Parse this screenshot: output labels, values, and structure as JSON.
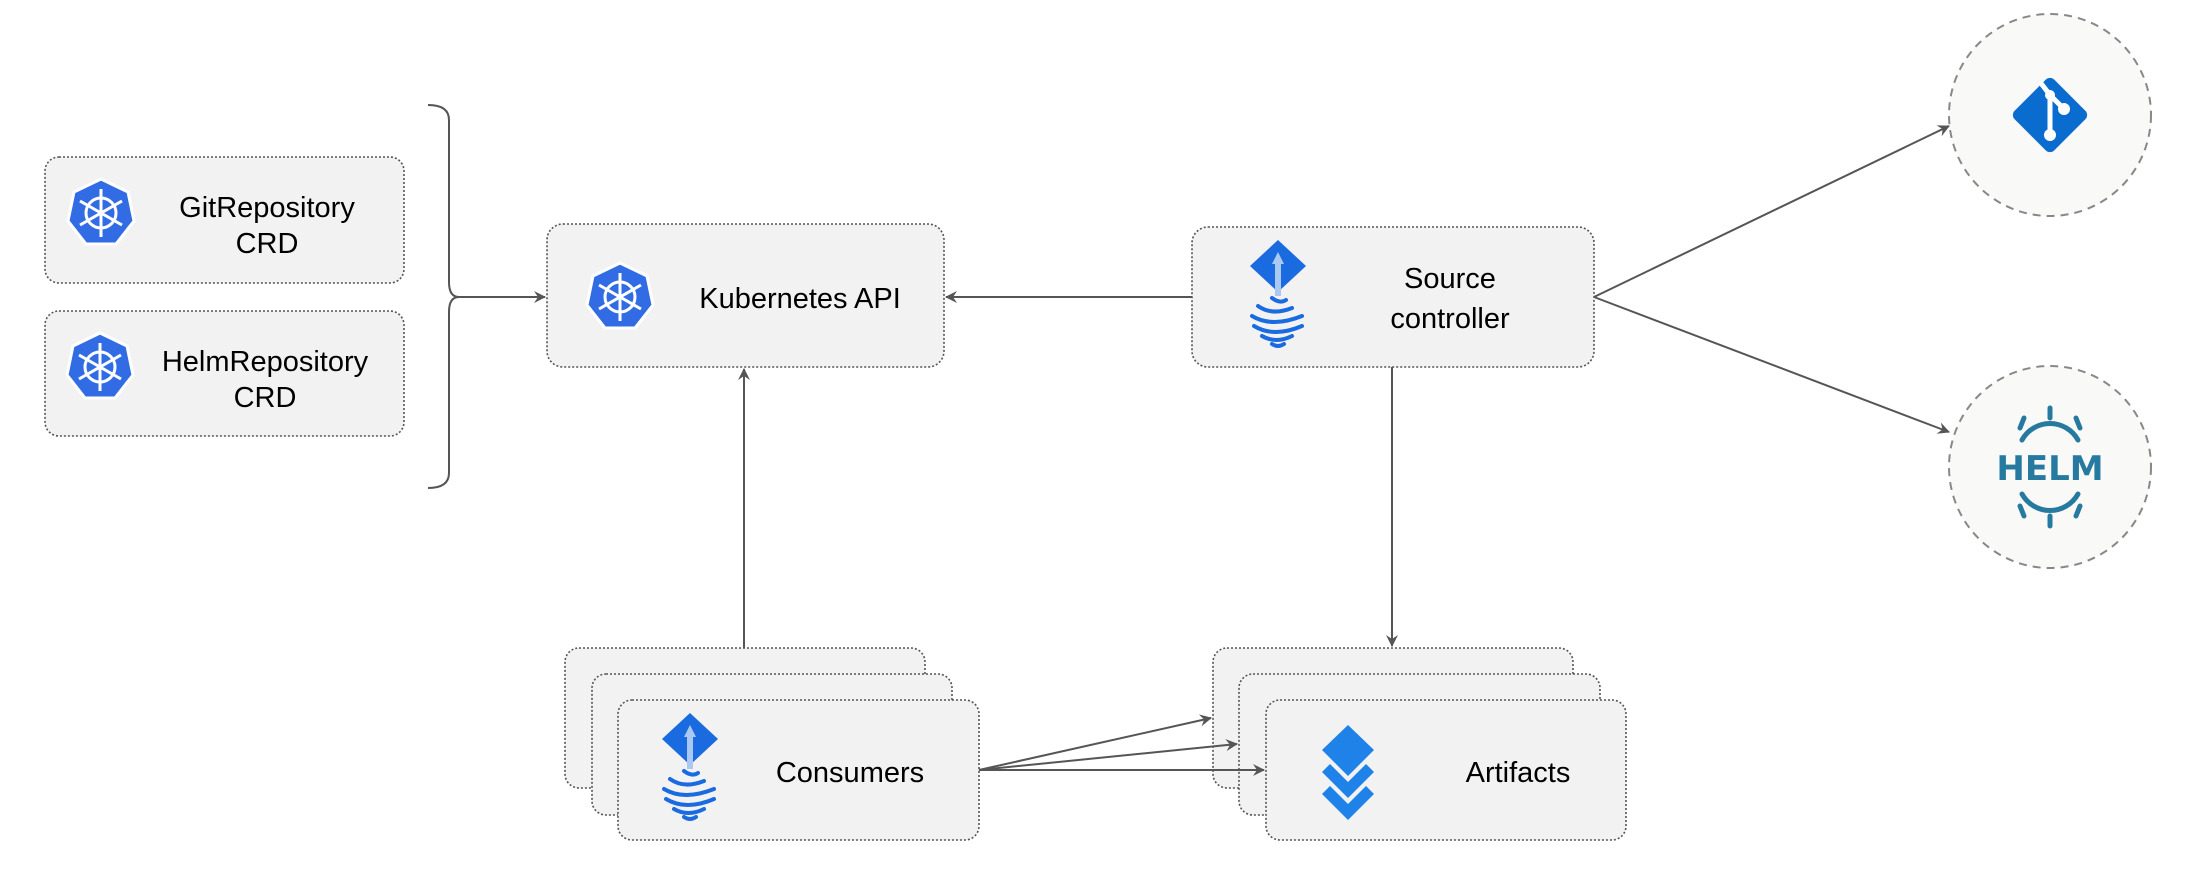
{
  "nodes": {
    "git_crd": {
      "line1": "GitRepository",
      "line2": "CRD",
      "icon": "kubernetes-icon"
    },
    "helm_crd": {
      "line1": "HelmRepository",
      "line2": "CRD",
      "icon": "kubernetes-icon"
    },
    "kubernetes_api": {
      "label": "Kubernetes API",
      "icon": "kubernetes-icon"
    },
    "source_controller": {
      "line1": "Source",
      "line2": "controller",
      "icon": "flux-icon"
    },
    "consumers": {
      "label": "Consumers",
      "icon": "flux-icon"
    },
    "artifacts": {
      "label": "Artifacts",
      "icon": "layers-icon"
    },
    "git": {
      "icon": "git-icon"
    },
    "helm": {
      "icon": "helm-icon",
      "logo_text": "HELM"
    }
  },
  "edges": [
    {
      "from": "git_crd+helm_crd",
      "to": "kubernetes_api"
    },
    {
      "from": "source_controller",
      "to": "kubernetes_api"
    },
    {
      "from": "consumers",
      "to": "kubernetes_api"
    },
    {
      "from": "source_controller",
      "to": "git"
    },
    {
      "from": "source_controller",
      "to": "helm"
    },
    {
      "from": "source_controller",
      "to": "artifacts"
    },
    {
      "from": "consumers",
      "to": "artifacts"
    }
  ],
  "colors": {
    "kubernetes": "#326ce5",
    "flux": "#1a6ae0",
    "git": "#0a6ccf",
    "helm": "#277a9f",
    "artifacts": "#1e82e8",
    "box_fill": "#f2f2f2",
    "edge": "#555555"
  }
}
